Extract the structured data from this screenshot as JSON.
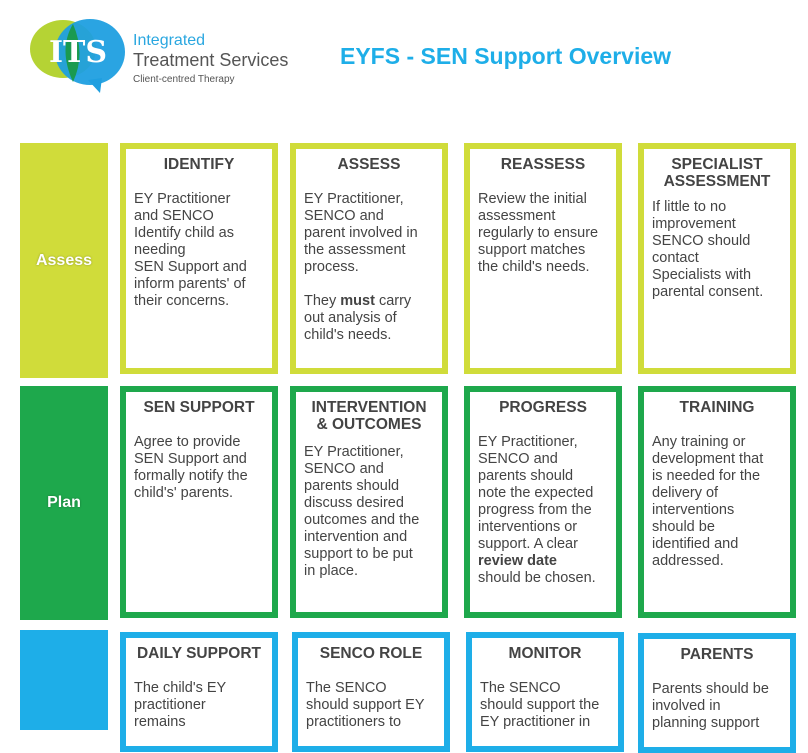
{
  "logo": {
    "initials": "ITS",
    "line1": "Integrated",
    "line2": "Treatment Services",
    "line3": "Client-centred Therapy"
  },
  "title": "EYFS - SEN Support Overview",
  "colors": {
    "assess": "#d0dc3a",
    "plan": "#1ea84c",
    "do": "#1eaee8"
  },
  "rows": [
    {
      "label": "Assess",
      "cards": [
        {
          "title": "IDENTIFY",
          "p1": "EY Practitioner\nand SENCO\nIdentify child as\nneeding\nSEN Support and\ninform parents' of\ntheir concerns."
        },
        {
          "title": "ASSESS",
          "p1": "EY Practitioner,\nSENCO and\nparent involved in\nthe assessment\nprocess.",
          "p2a": "They ",
          "p2b": "must",
          "p2c": " carry\nout analysis of\nchild's needs."
        },
        {
          "title": "REASSESS",
          "p1": "Review the initial\nassessment\nregularly to ensure\nsupport matches\nthe child's needs."
        },
        {
          "title": "SPECIALIST\nASSESSMENT",
          "p1": "If little to no\nimprovement\nSENCO should\ncontact\nSpecialists with\nparental consent."
        }
      ]
    },
    {
      "label": "Plan",
      "cards": [
        {
          "title": "SEN SUPPORT",
          "p1": "Agree to provide\nSEN Support and\nformally notify the\nchild's' parents."
        },
        {
          "title": "INTERVENTION\n& OUTCOMES",
          "p1": "EY Practitioner,\nSENCO and\nparents should\ndiscuss desired\noutcomes and the\nintervention and\nsupport to be put\nin place."
        },
        {
          "title": "PROGRESS",
          "p1a": "EY Practitioner,\nSENCO and\nparents should\nnote the expected\nprogress from the\ninterventions or\nsupport. A clear\n",
          "p1b": "review date",
          "p1c": "\nshould be chosen."
        },
        {
          "title": "TRAINING",
          "p1": "Any training or\ndevelopment that\nis needed for the\ndelivery of\ninterventions\nshould be\nidentified and\naddressed."
        }
      ]
    },
    {
      "label": "",
      "cards": [
        {
          "title": "DAILY SUPPORT",
          "p1": "The child's EY\npractitioner\nremains"
        },
        {
          "title": "SENCO ROLE",
          "p1": "The SENCO\nshould support EY\npractitioners to"
        },
        {
          "title": "MONITOR",
          "p1": "The SENCO\nshould support the\nEY practitioner in"
        },
        {
          "title": "PARENTS",
          "p1": "Parents should be\ninvolved in\nplanning support"
        }
      ]
    }
  ]
}
